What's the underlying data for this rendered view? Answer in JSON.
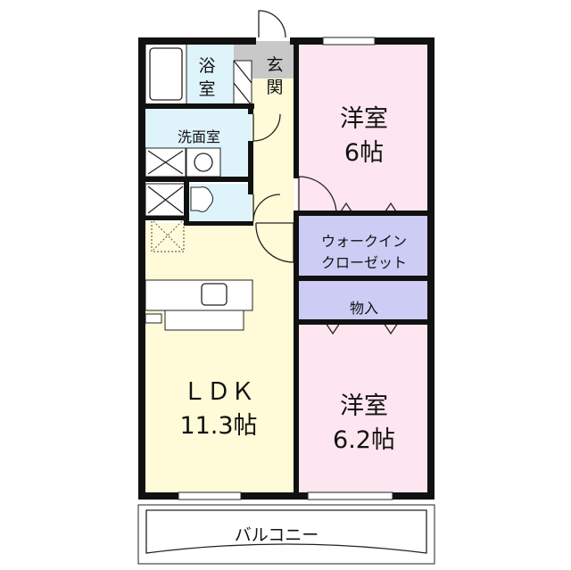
{
  "floorplan": {
    "rooms": {
      "bath": {
        "line1": "浴",
        "line2": "室"
      },
      "entrance": {
        "line1": "玄",
        "line2": "関"
      },
      "washroom": {
        "label": "洗面室"
      },
      "bedroom1": {
        "name": "洋室",
        "size": "6帖"
      },
      "walkin_closet": {
        "line1": "ウォークイン",
        "line2": "クローゼット"
      },
      "storage": {
        "label": "物入"
      },
      "ldk": {
        "name": "ＬＤＫ",
        "size": "11.3帖"
      },
      "bedroom2": {
        "name": "洋室",
        "size": "6.2帖"
      },
      "balcony": {
        "label": "バルコニー"
      }
    },
    "colors": {
      "western_room": "#fde6ef",
      "ldk": "#fffbd8",
      "wet_area": "#dff3fb",
      "closet": "#ccccf5",
      "entrance": "#c8c8c8",
      "wall": "#111111"
    }
  }
}
